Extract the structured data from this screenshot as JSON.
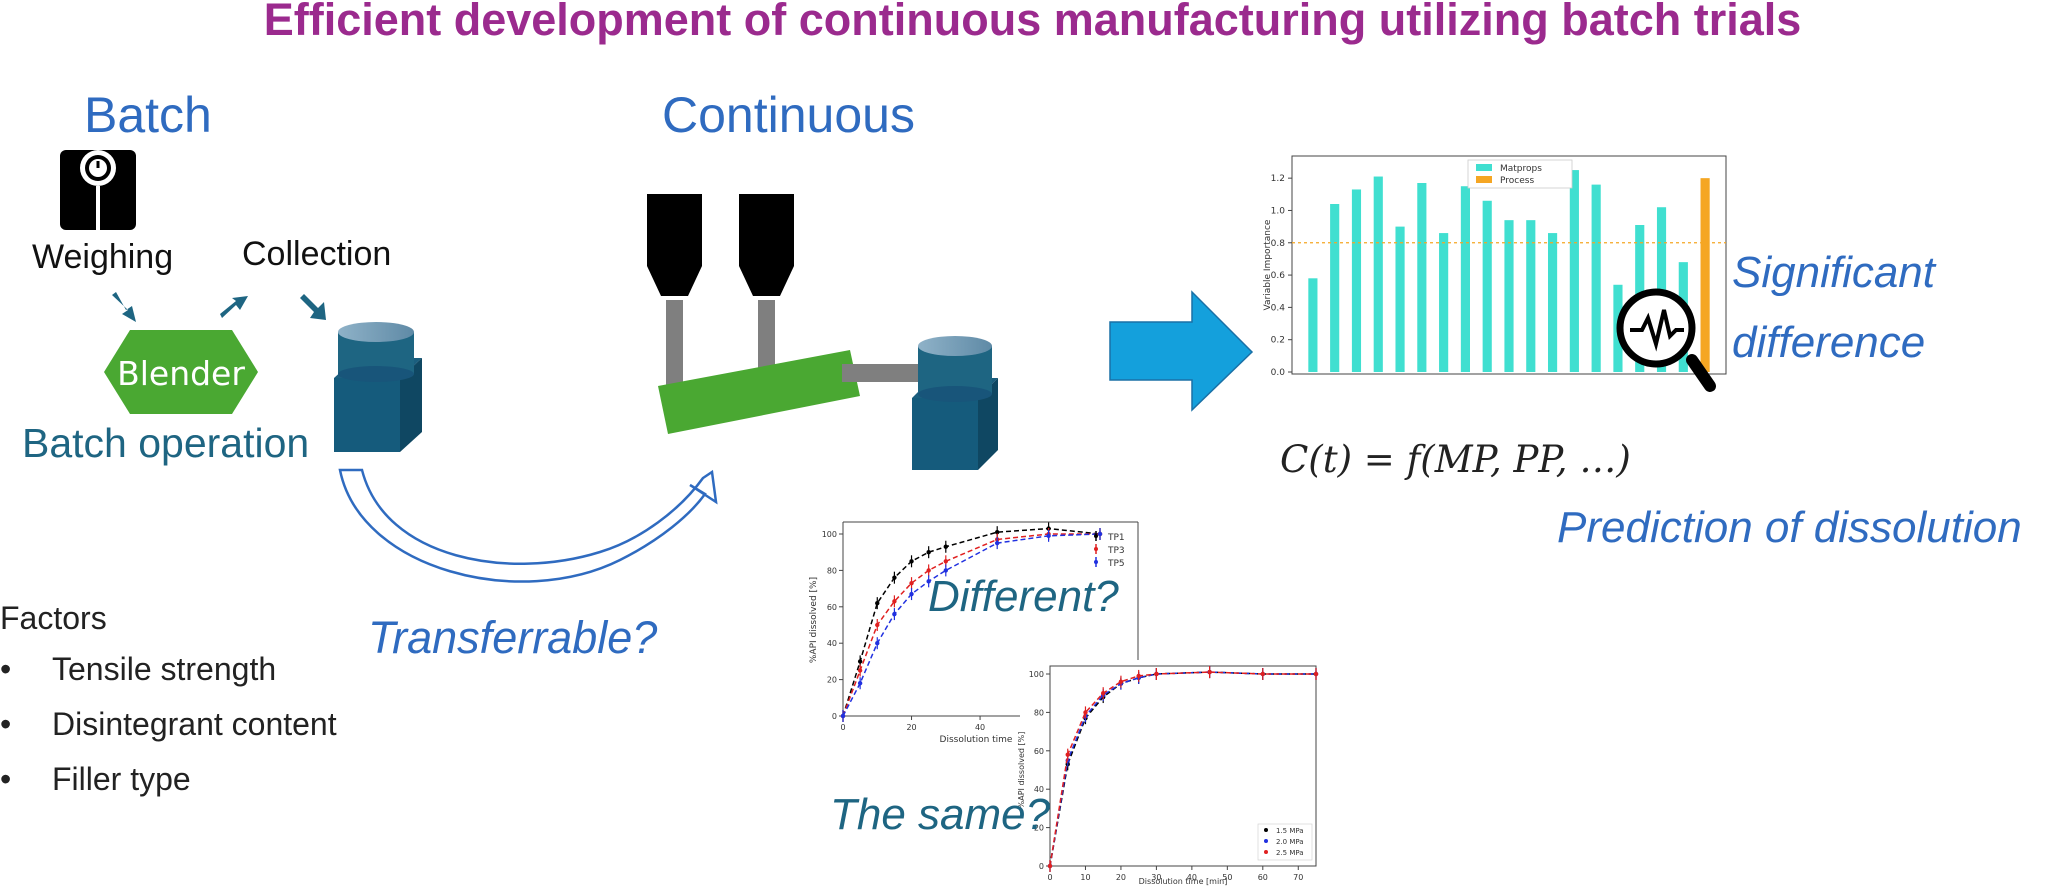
{
  "title": "Efficient development of continuous manufacturing utilizing batch trials",
  "batch": {
    "heading": "Batch",
    "weighing": "Weighing",
    "collection": "Collection",
    "blender": "Blender",
    "operation": "Batch operation",
    "icons": [
      "scale-icon",
      "container-icon"
    ]
  },
  "continuous": {
    "heading": "Continuous"
  },
  "factors": {
    "heading": "Factors",
    "items": [
      "Tensile strength",
      "Disintegrant content",
      "Filler type"
    ]
  },
  "questions": {
    "transferrable": "Transferrable?",
    "different": "Different?",
    "same": "The same?"
  },
  "results": {
    "significant_line1": "Significant",
    "significant_line2": "difference",
    "equation": "C(t) = f(MP, PP, …)",
    "prediction": "Prediction of dissolution"
  },
  "colors": {
    "title": "#9b2a8e",
    "heading_blue": "#2f6bc0",
    "teal": "#1e6582",
    "blender_green": "#4aa832",
    "bar_cyan": "#40dfd0",
    "bar_orange": "#f5a623",
    "arrow_blue": "#14a0dc"
  },
  "chart_data": [
    {
      "type": "bar",
      "ylabel": "Variable Importance",
      "ylim": [
        0,
        1.3
      ],
      "yticks": [
        "0.0",
        "0.2",
        "0.4",
        "0.6",
        "0.8",
        "1.0",
        "1.2"
      ],
      "threshold": 0.8,
      "legend": [
        "Matprops",
        "Process"
      ],
      "series": [
        {
          "name": "Matprops",
          "values": [
            0.58,
            1.04,
            1.13,
            1.21,
            0.9,
            1.17,
            0.86,
            1.15,
            1.06,
            0.94,
            0.94,
            0.86,
            1.25,
            1.16,
            0.54,
            0.91,
            1.02,
            0.68,
            null
          ]
        },
        {
          "name": "Process",
          "values": [
            null,
            null,
            null,
            null,
            null,
            null,
            null,
            null,
            null,
            null,
            null,
            null,
            null,
            null,
            null,
            null,
            null,
            null,
            1.2
          ]
        }
      ]
    },
    {
      "type": "line",
      "ylabel": "%API dissolved [%]",
      "xlabel": "Dissolution time",
      "ylim": [
        0,
        100
      ],
      "xlim": [
        0,
        75
      ],
      "yticks": [
        "0",
        "20",
        "40",
        "60",
        "80",
        "100"
      ],
      "xticks": [
        "0",
        "20",
        "40"
      ],
      "series": [
        {
          "name": "TP1",
          "x": [
            0,
            5,
            10,
            15,
            20,
            25,
            30,
            45,
            60,
            75
          ],
          "y": [
            0,
            30,
            62,
            76,
            85,
            90,
            93,
            101,
            103,
            100
          ]
        },
        {
          "name": "TP3",
          "x": [
            0,
            5,
            10,
            15,
            20,
            25,
            30,
            45,
            60,
            75
          ],
          "y": [
            0,
            25,
            50,
            63,
            73,
            80,
            85,
            97,
            100,
            100
          ]
        },
        {
          "name": "TP5",
          "x": [
            0,
            5,
            10,
            15,
            20,
            25,
            30,
            45,
            60,
            75
          ],
          "y": [
            0,
            18,
            40,
            56,
            67,
            74,
            80,
            95,
            99,
            100
          ]
        }
      ]
    },
    {
      "type": "line",
      "ylabel": "%API dissolved [%]",
      "xlabel": "Dissolution time [min]",
      "ylim": [
        0,
        100
      ],
      "xlim": [
        0,
        75
      ],
      "yticks": [
        "0",
        "20",
        "40",
        "60",
        "80",
        "100"
      ],
      "xticks": [
        "0",
        "10",
        "20",
        "30",
        "40",
        "50",
        "60",
        "70"
      ],
      "series": [
        {
          "name": "1.5 MPa",
          "x": [
            0,
            5,
            10,
            15,
            20,
            25,
            30,
            45,
            60,
            75
          ],
          "y": [
            0,
            53,
            77,
            88,
            95,
            98,
            100,
            101,
            100,
            100
          ]
        },
        {
          "name": "2.0 MPa",
          "x": [
            0,
            5,
            10,
            15,
            20,
            25,
            30,
            45,
            60,
            75
          ],
          "y": [
            0,
            55,
            78,
            89,
            95,
            98,
            100,
            101,
            100,
            100
          ]
        },
        {
          "name": "2.5 MPa",
          "x": [
            0,
            5,
            10,
            15,
            20,
            25,
            30,
            45,
            60,
            75
          ],
          "y": [
            0,
            58,
            80,
            90,
            96,
            99,
            100,
            101,
            100,
            100
          ]
        }
      ]
    }
  ]
}
